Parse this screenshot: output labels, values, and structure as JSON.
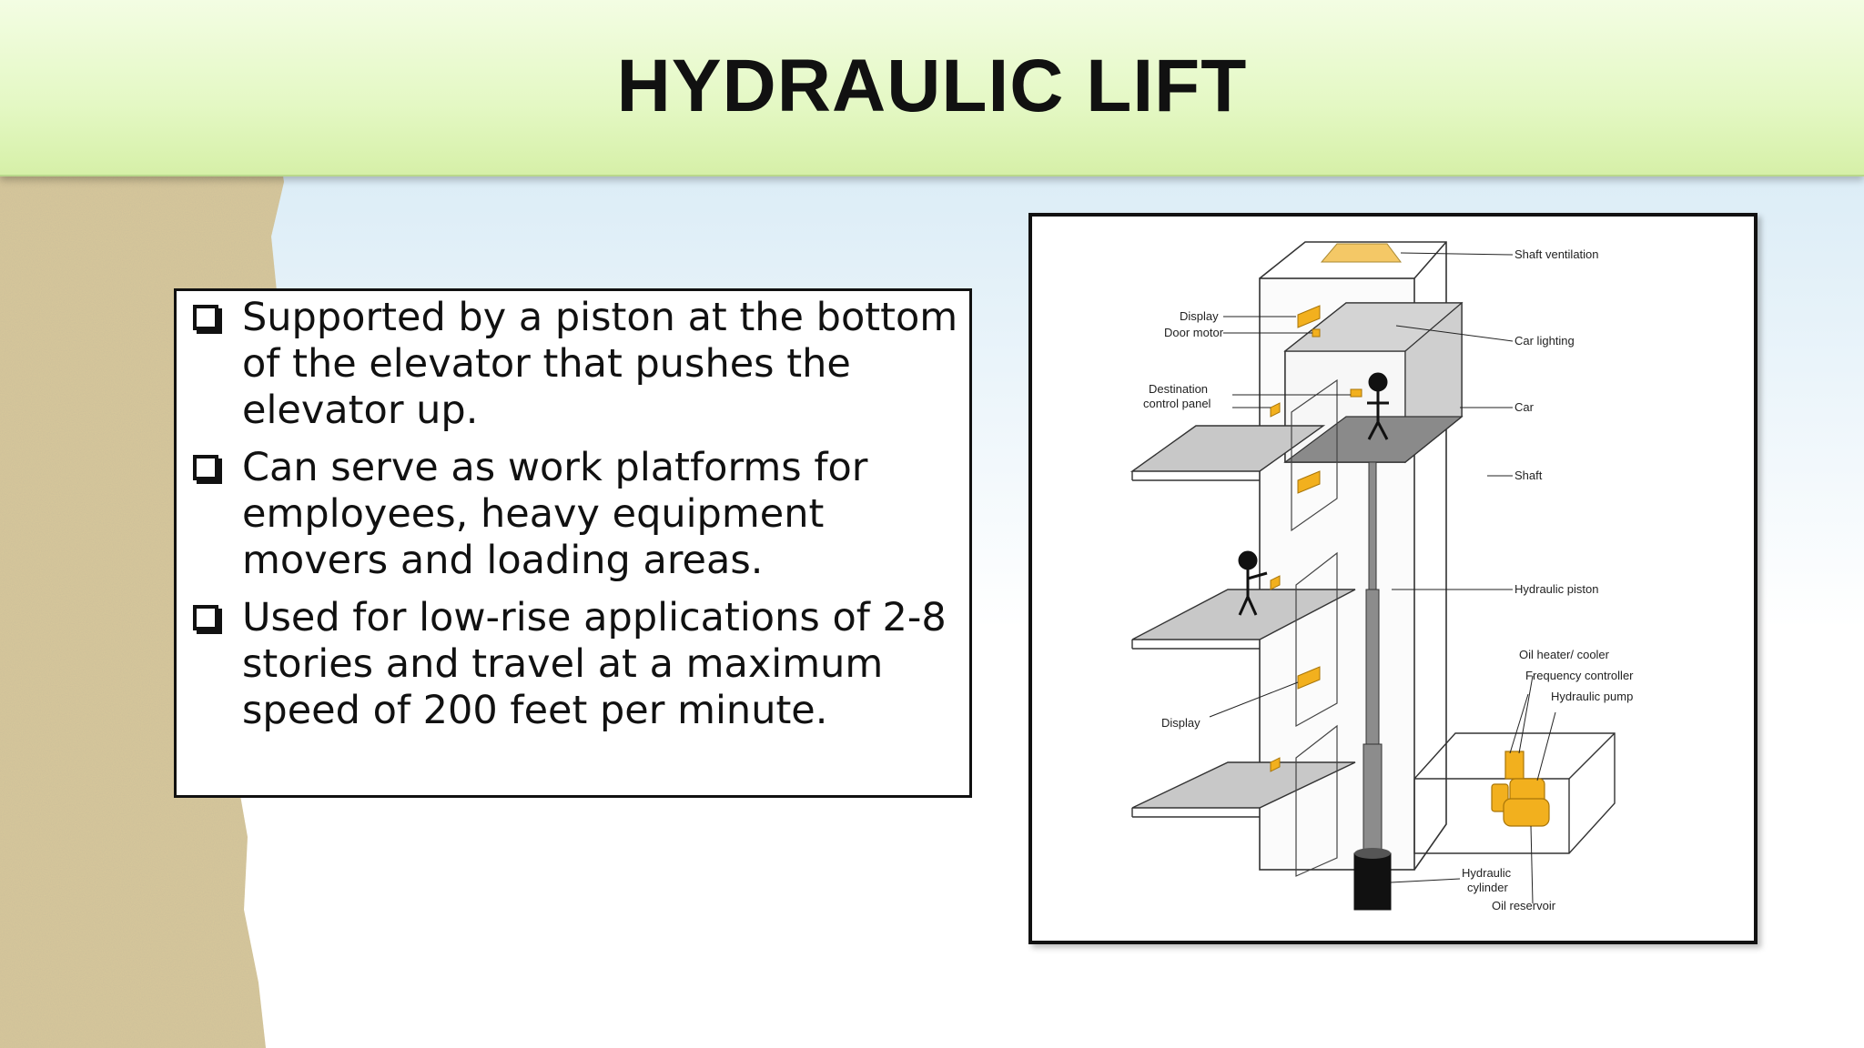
{
  "slide": {
    "title": "HYDRAULIC LIFT",
    "bullets": [
      "Supported by a piston at the bottom of the elevator that pushes the elevator up.",
      "Can serve as work platforms for employees, heavy equipment movers and loading areas.",
      "Used for low-rise applications of 2-8 stories and travel at a maximum speed of 200 feet per minute."
    ]
  },
  "diagram": {
    "labels": {
      "shaft_ventilation": "Shaft ventilation",
      "car_lighting": "Car lighting",
      "car": "Car",
      "shaft": "Shaft",
      "hydraulic_piston": "Hydraulic piston",
      "oil_heater_cooler": "Oil heater/ cooler",
      "frequency_controller": "Frequency controller",
      "hydraulic_pump": "Hydraulic pump",
      "hydraulic_cylinder_1": "Hydraulic",
      "hydraulic_cylinder_2": "cylinder",
      "oil_reservoir": "Oil reservoir",
      "display_top": "Display",
      "door_motor": "Door motor",
      "destination_1": "Destination",
      "destination_2": "control panel",
      "display_bottom": "Display"
    }
  },
  "colors": {
    "header": "#e4f8c4",
    "sand": "#d8c89a",
    "component": "#f2b01e"
  }
}
